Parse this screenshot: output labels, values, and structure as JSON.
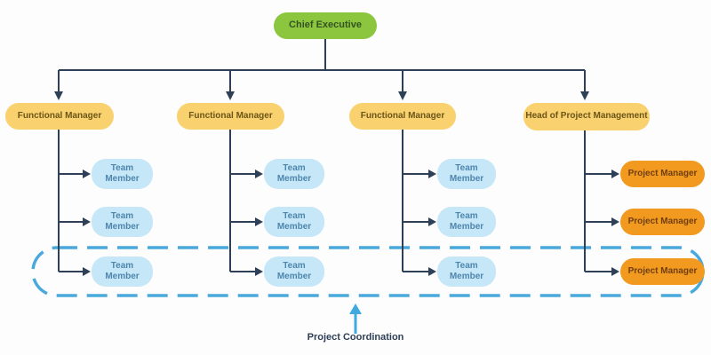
{
  "colors": {
    "line": "#2E4057",
    "root_bg": "#8CC63F",
    "root_text": "#335320",
    "manager_bg": "#F9D16E",
    "manager_text": "#6B5518",
    "member_bg": "#C5E7F7",
    "member_text": "#4E86AE",
    "pm_bg": "#F2991F",
    "pm_text": "#703F10",
    "dash": "#49A8DC",
    "arrow_blue": "#3FA9E0"
  },
  "nodes": {
    "root": {
      "label": "Chief Executive"
    },
    "managers": [
      {
        "label": "Functional Manager"
      },
      {
        "label": "Functional Manager"
      },
      {
        "label": "Functional Manager"
      },
      {
        "label": "Head of Project Management"
      }
    ],
    "columns": [
      {
        "members": [
          "Team Member",
          "Team Member",
          "Team Member"
        ]
      },
      {
        "members": [
          "Team Member",
          "Team Member",
          "Team Member"
        ]
      },
      {
        "members": [
          "Team Member",
          "Team Member",
          "Team Member"
        ]
      },
      {
        "members": [
          "Project Manager",
          "Project Manager",
          "Project Manager"
        ]
      }
    ]
  },
  "annotation": {
    "label": "Project Coordination"
  }
}
